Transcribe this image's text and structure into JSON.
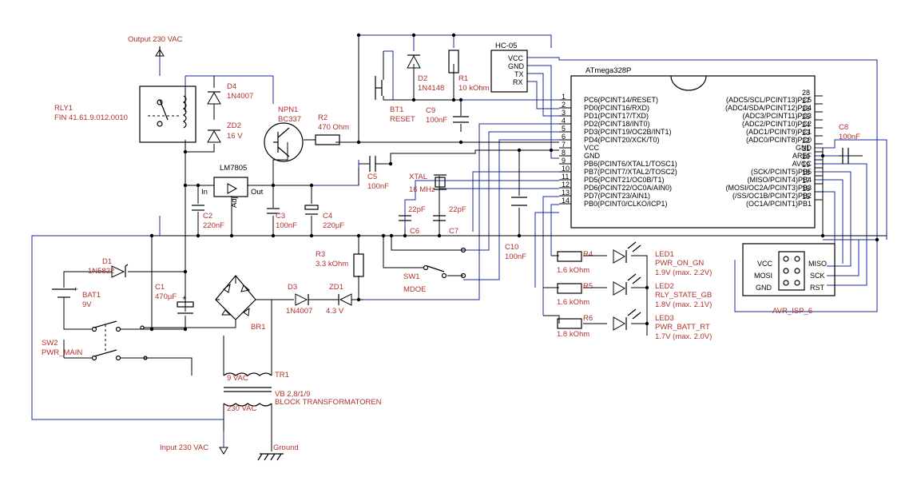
{
  "labels": {
    "output": "Output 230 VAC",
    "input": "Input 230 VAC",
    "ground": "Ground",
    "hc05": "HC-05",
    "hc_vcc": "VCC",
    "hc_gnd": "GND",
    "hc_tx": "TX",
    "hc_rx": "RX",
    "mcu": "ATmega328P",
    "rly1": "RLY1",
    "rly1_val": "FIN 41.61.9.012.0010",
    "d4": "D4",
    "d4_val": "1N4007",
    "zd2": "ZD2",
    "zd2_val": "16 V",
    "npn1": "NPN1",
    "npn1_val": "BC337",
    "r2": "R2",
    "r2_val": "470 Ohm",
    "d2": "D2",
    "d2_val": "1N4148",
    "r1": "R1",
    "r1_val": "10 kOhm",
    "bt1": "BT1",
    "bt1_val": "RESET",
    "c9": "C9",
    "c9_val": "100nF",
    "lm": "LM7805",
    "lm_in": "In",
    "lm_out": "Out",
    "lm_adj": "Adj",
    "c2": "C2",
    "c2_val": "220nF",
    "c3": "C3",
    "c3_val": "100nF",
    "c4": "C4",
    "c4_val": "220µF",
    "c5": "C5",
    "c5_val": "100nF",
    "xtal": "XTAL",
    "xtal_val": "16 MHz",
    "c6": "C6",
    "c6_val": "22pF",
    "c7": "C7",
    "c7_val": "22pF",
    "c10": "C10",
    "c10_val": "100nF",
    "c8": "C8",
    "c8_val": "100nF",
    "r3": "R3",
    "r3_val": "3.3 kOhm",
    "sw1": "SW1",
    "sw1_val": "MDOE",
    "d1": "D1",
    "d1_val": "1N5822",
    "bat1": "BAT1",
    "bat1_val": "9V",
    "c1": "C1",
    "c1_val": "470µF",
    "d3": "D3",
    "d3_val": "1N4007",
    "zd1": "ZD1",
    "zd1_val": "4.3 V",
    "br1": "BR1",
    "sw2": "SW2",
    "sw2_val": "PWR_MAIN",
    "tr1": "TR1",
    "tr1_sec": "9 VAC",
    "tr1_val1": "VB 2,8/1/9",
    "tr1_val2": "BLOCK TRANSFORMATOREN",
    "tr1_pri": "230 VAC",
    "r4": "R4",
    "r4_val": "1.6 kOhm",
    "r5": "R5",
    "r5_val": "1.6 kOhm",
    "r6": "R6",
    "r6_val": "1.8 kOhm",
    "led1": "LED1",
    "led1_name": "PWR_ON_GN",
    "led1_val": "1.9V (max. 2.2V)",
    "led2": "LED2",
    "led2_name": "RLY_STATE_GB",
    "led2_val": "1.8V (max. 2.1V)",
    "led3": "LED3",
    "led3_name": "PWR_BATT_RT",
    "led3_val": "1.7V (max. 2.0V)",
    "isp": "AVR_ISP_6",
    "isp_vcc": "VCC",
    "isp_miso": "MISO",
    "isp_mosi": "MOSI",
    "isp_sck": "SCK",
    "isp_gnd": "GND",
    "isp_rst": "RST",
    "plus": "+"
  },
  "mcu_left_pins": [
    {
      "num": "1",
      "name": "PC6(PCINT14/RESET)"
    },
    {
      "num": "2",
      "name": "PD0(PCINT16/RXD)"
    },
    {
      "num": "3",
      "name": "PD1(PCINT17/TXD)"
    },
    {
      "num": "4",
      "name": "PD2(PCINT18/INT0)"
    },
    {
      "num": "5",
      "name": "PD3(PCINT19/OC2B/INT1)"
    },
    {
      "num": "6",
      "name": "PD4(PCINT20/XCK/T0)"
    },
    {
      "num": "7",
      "name": "VCC"
    },
    {
      "num": "8",
      "name": "GND"
    },
    {
      "num": "9",
      "name": "PB6(PCINT6/XTAL1/TOSC1)"
    },
    {
      "num": "10",
      "name": "PB7(PCINT7/XTAL2/TOSC2)"
    },
    {
      "num": "11",
      "name": "PD5(PCINT21/OC0B/T1)"
    },
    {
      "num": "12",
      "name": "PD6(PCINT22/OC0A/AIN0)"
    },
    {
      "num": "13",
      "name": "PD7(PCINT23/AIN1)"
    },
    {
      "num": "14",
      "name": "PB0(PCINT0/CLKO/ICP1)"
    }
  ],
  "mcu_right_pins": [
    {
      "num": "28",
      "name": "(ADC5/SCL/PCINT13)PC5"
    },
    {
      "num": "27",
      "name": "(ADC4/SDA/PCINT12)PC4"
    },
    {
      "num": "26",
      "name": "(ADC3/PCINT11)PC3"
    },
    {
      "num": "25",
      "name": "(ADC2/PCINT10)PC2"
    },
    {
      "num": "24",
      "name": "(ADC1/PCINT9)PC1"
    },
    {
      "num": "23",
      "name": "(ADC0/PCINT8)PC0"
    },
    {
      "num": "22",
      "name": "GND"
    },
    {
      "num": "21",
      "name": "AREF"
    },
    {
      "num": "20",
      "name": "AVCC"
    },
    {
      "num": "19",
      "name": "(SCK/PCINT5)PB5"
    },
    {
      "num": "18",
      "name": "(MISO/PCINT4)PB4"
    },
    {
      "num": "17",
      "name": "(MOSI/OC2A/PCINT3)PB3"
    },
    {
      "num": "16",
      "name": "(/SS/OC1B/PCINT2)PB2"
    },
    {
      "num": "15",
      "name": "(OC1A/PCINT1)PB1"
    }
  ]
}
